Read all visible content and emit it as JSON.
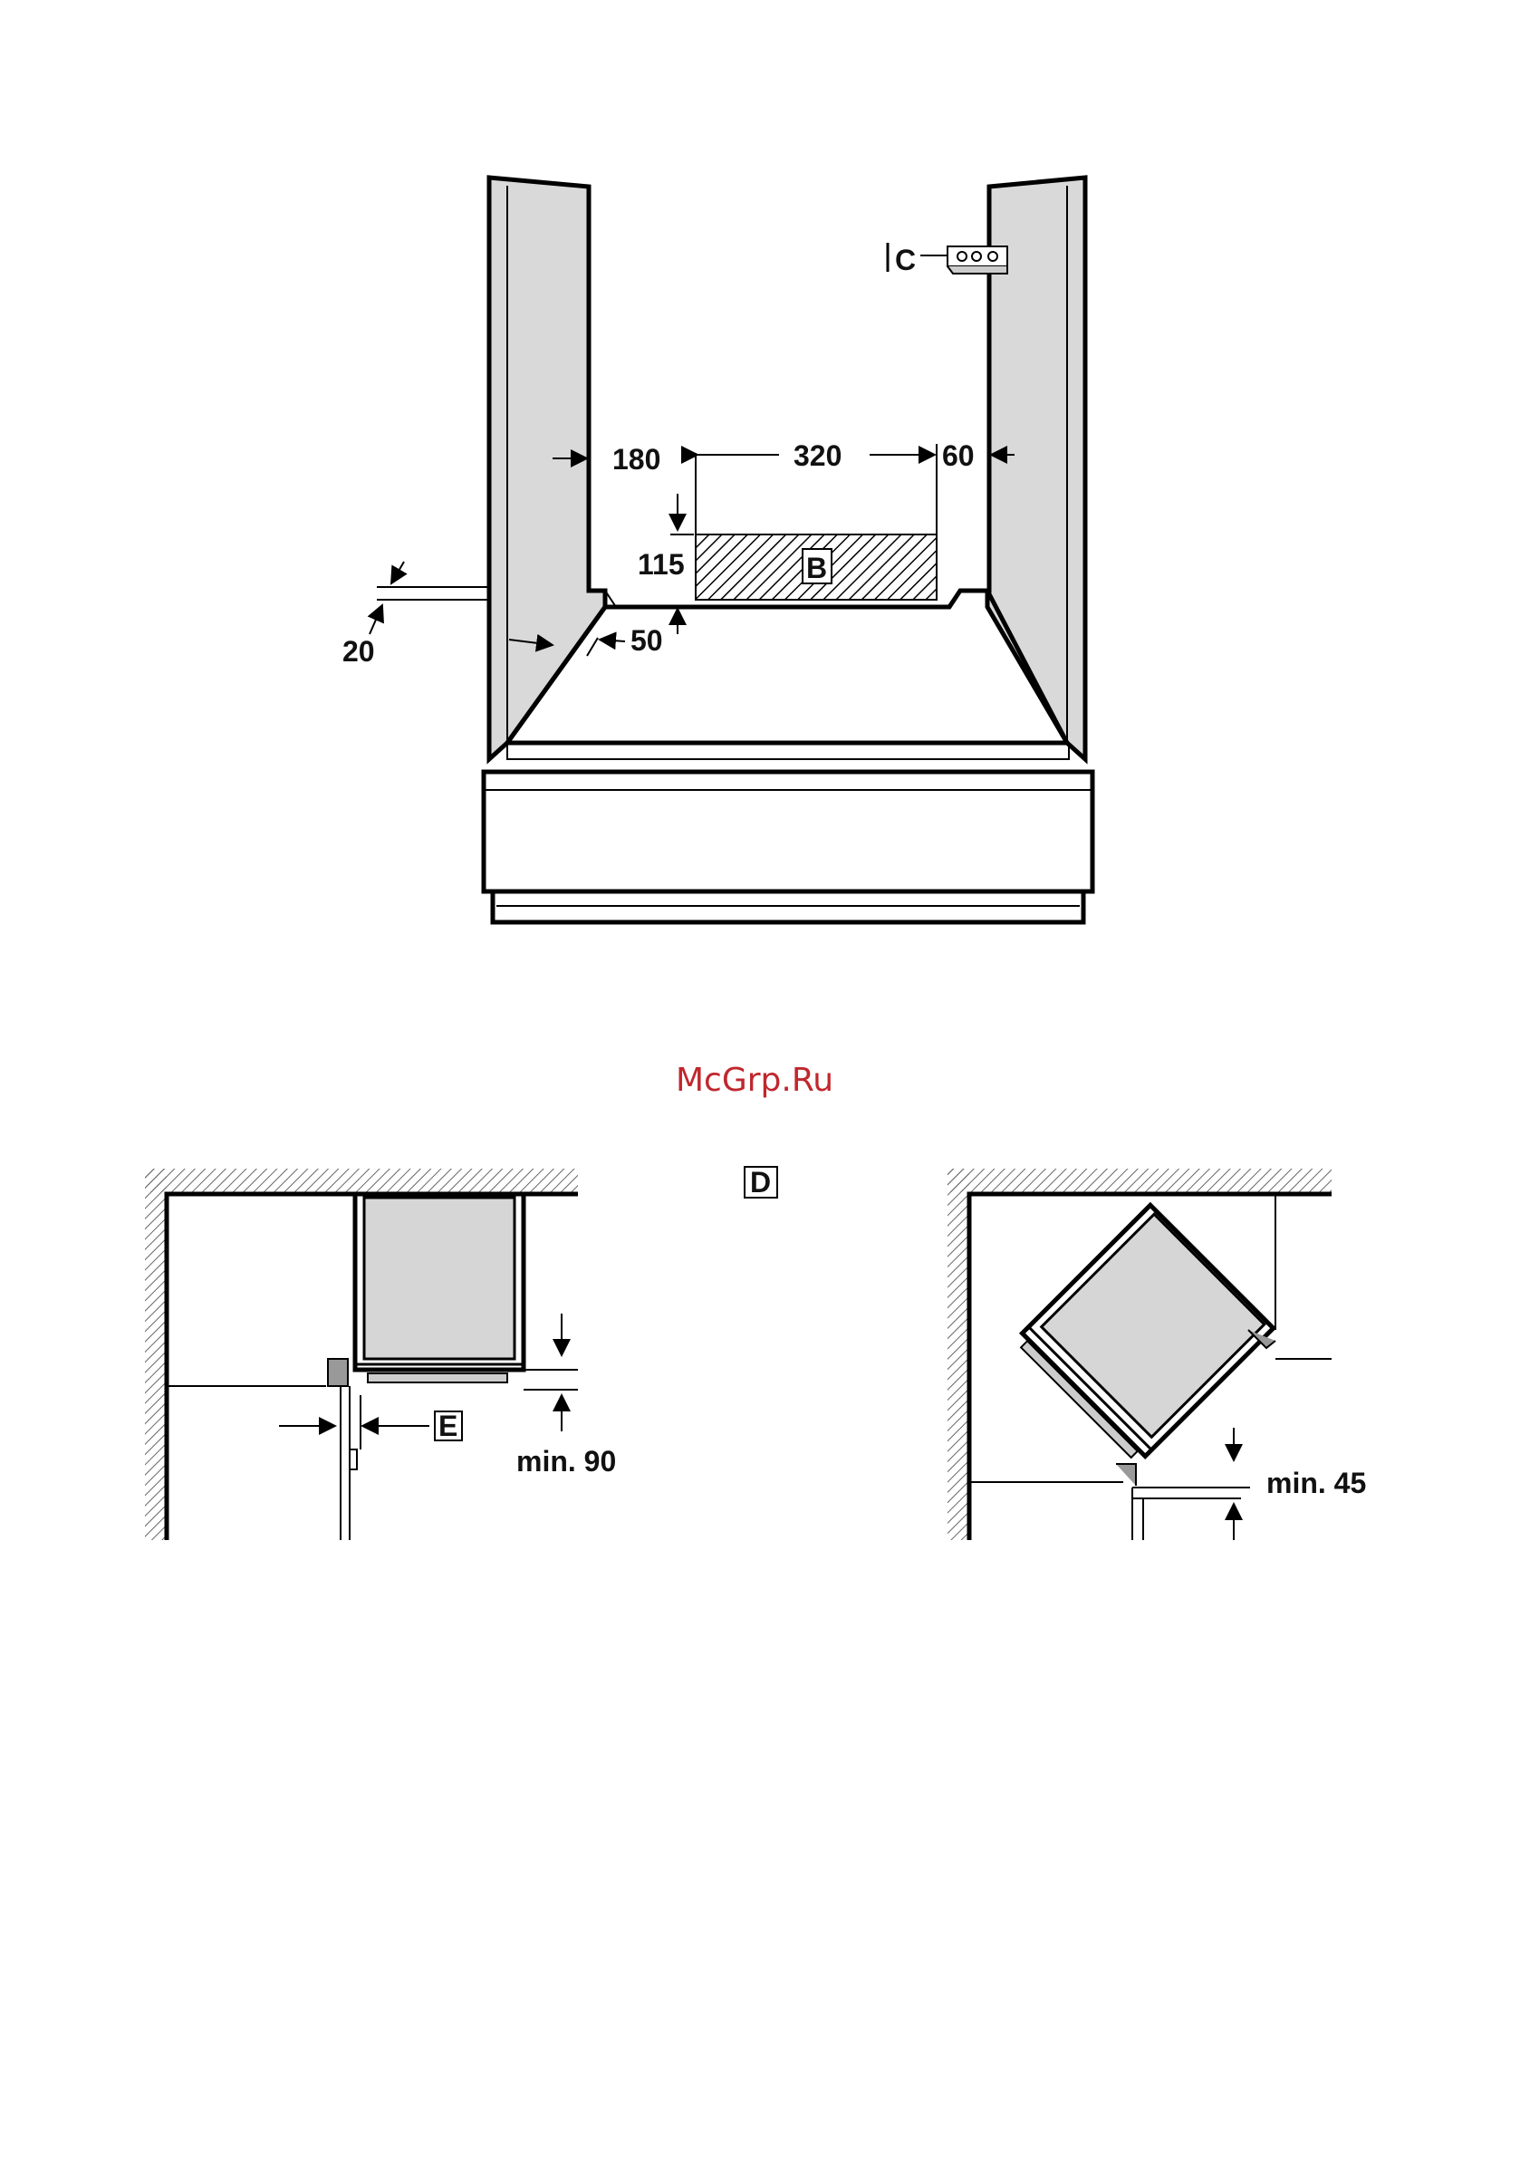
{
  "top_diagram": {
    "label_c": "C",
    "label_b": "B",
    "dim_180": "180",
    "dim_320": "320",
    "dim_60": "60",
    "dim_115": "115",
    "dim_50": "50",
    "dim_20": "20"
  },
  "watermark": "McGrp.Ru",
  "bottom_diagrams": {
    "label_d": "D",
    "label_e": "E",
    "left_min": "min. 90",
    "right_min": "min. 45"
  }
}
